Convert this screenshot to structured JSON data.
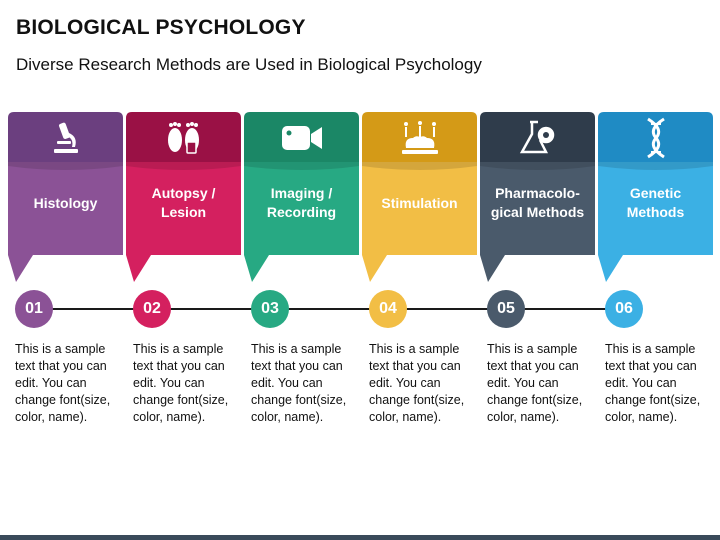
{
  "title": "BIOLOGICAL PSYCHOLOGY",
  "subtitle": "Diverse Research Methods are Used in Biological Psychology",
  "methods": [
    {
      "number": "01",
      "label": "Histology",
      "icon": "microscope-icon",
      "top_color": "#6b3f7f",
      "body_color": "#8b5296",
      "description": "This is a sample text that you can edit. You can change font(size, color, name)."
    },
    {
      "number": "02",
      "label": "Autopsy / Lesion",
      "icon": "feet-tag-icon",
      "top_color": "#9a1145",
      "body_color": "#d4205f",
      "description": "This is a sample text that you can edit. You can change font(size, color, name)."
    },
    {
      "number": "03",
      "label": "Imaging / Recording",
      "icon": "video-camera-icon",
      "top_color": "#1b8766",
      "body_color": "#27a983",
      "description": "This is a sample text that you can edit. You can change font(size, color, name)."
    },
    {
      "number": "04",
      "label": "Stimulation",
      "icon": "brain-stimulation-icon",
      "top_color": "#d49a17",
      "body_color": "#f2be45",
      "description": "This is a sample text that you can edit. You can change font(size, color, name)."
    },
    {
      "number": "05",
      "label": "Pharmacolo-gical Methods",
      "icon": "flask-gear-icon",
      "top_color": "#2f3c4b",
      "body_color": "#4a5a6b",
      "description": "This is a sample text that you can edit. You can change font(size, color, name)."
    },
    {
      "number": "06",
      "label": "Genetic Methods",
      "icon": "dna-icon",
      "top_color": "#1f8bc4",
      "body_color": "#3bb0e4",
      "description": "This is a sample text that you can edit. You can change font(size, color, name)."
    }
  ]
}
